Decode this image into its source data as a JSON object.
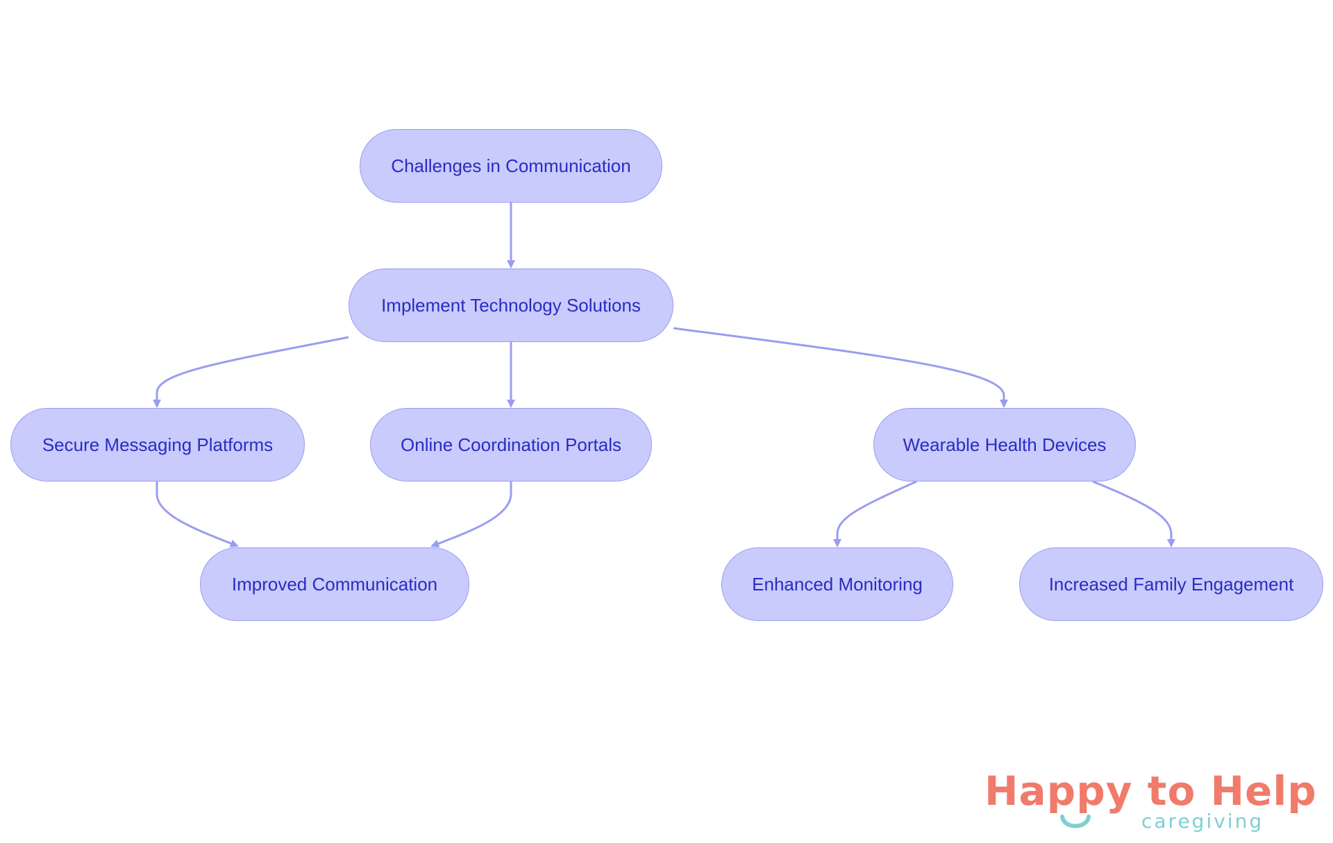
{
  "nodes": {
    "challenges": "Challenges in Communication",
    "implement": "Implement Technology Solutions",
    "secure": "Secure Messaging Platforms",
    "online": "Online Coordination Portals",
    "wearable": "Wearable Health Devices",
    "improved": "Improved Communication",
    "enhanced": "Enhanced Monitoring",
    "family": "Increased Family Engagement"
  },
  "edges": [
    {
      "from": "challenges",
      "to": "implement"
    },
    {
      "from": "implement",
      "to": "secure"
    },
    {
      "from": "implement",
      "to": "online"
    },
    {
      "from": "implement",
      "to": "wearable"
    },
    {
      "from": "secure",
      "to": "improved"
    },
    {
      "from": "online",
      "to": "improved"
    },
    {
      "from": "wearable",
      "to": "enhanced"
    },
    {
      "from": "wearable",
      "to": "family"
    }
  ],
  "logo": {
    "name": "Happy to Help",
    "tagline": "caregiving"
  },
  "colors": {
    "node_fill": "#c8cbfc",
    "node_border": "#9a9cf0",
    "node_text": "#2b2bc2",
    "edge": "#9a9cf0",
    "logo_main": "#f07b6b",
    "logo_accent": "#7ecfd0"
  }
}
